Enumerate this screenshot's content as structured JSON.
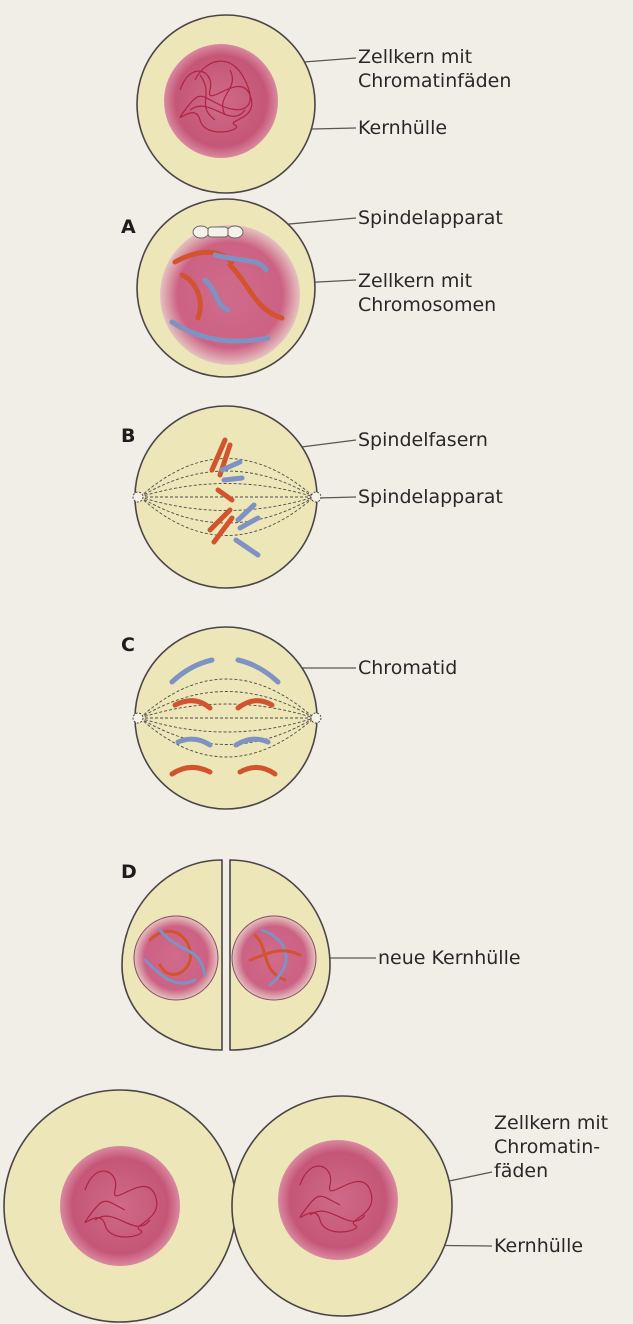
{
  "stages": {
    "a": "A",
    "b": "B",
    "c": "C",
    "d": "D"
  },
  "labels": {
    "interphase_nucleus_line1": "Zellkern mit",
    "interphase_nucleus_line2": "Chromatinfäden",
    "interphase_envelope": "Kernhülle",
    "a_spindle_apparatus": "Spindelapparat",
    "a_nucleus_line1": "Zellkern mit",
    "a_nucleus_line2": "Chromosomen",
    "b_spindle_fibres": "Spindelfasern",
    "b_spindle_apparatus": "Spindelapparat",
    "c_chromatid": "Chromatid",
    "d_new_envelope": "neue Kernhülle",
    "daughter_nucleus_line1": "Zellkern mit",
    "daughter_nucleus_line2": "Chromatin-",
    "daughter_nucleus_line3": "fäden",
    "daughter_envelope": "Kernhülle"
  },
  "colors": {
    "cytoplasm": "#ece6b8",
    "nucleus": "#c85a7a",
    "chromosome_red": "#d2542e",
    "chromosome_blue": "#7f92c4",
    "outline": "#4a4448"
  }
}
